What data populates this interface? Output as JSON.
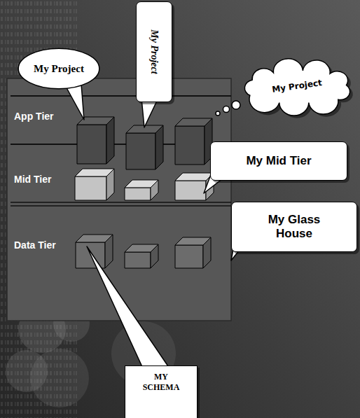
{
  "diagram": {
    "nodes": [
      {
        "text": [
          "My Project"
        ]
      },
      {
        "text": [
          "My Project"
        ]
      },
      {
        "text": [
          "My Project"
        ]
      },
      {
        "text": [
          "My Mid Tier"
        ]
      },
      {
        "text": [
          "My Glass House"
        ]
      },
      {
        "text": [
          "MY SCHEMA"
        ]
      }
    ],
    "labels": [
      "App Tier",
      "Mid Tier",
      "Data Tier"
    ]
  }
}
